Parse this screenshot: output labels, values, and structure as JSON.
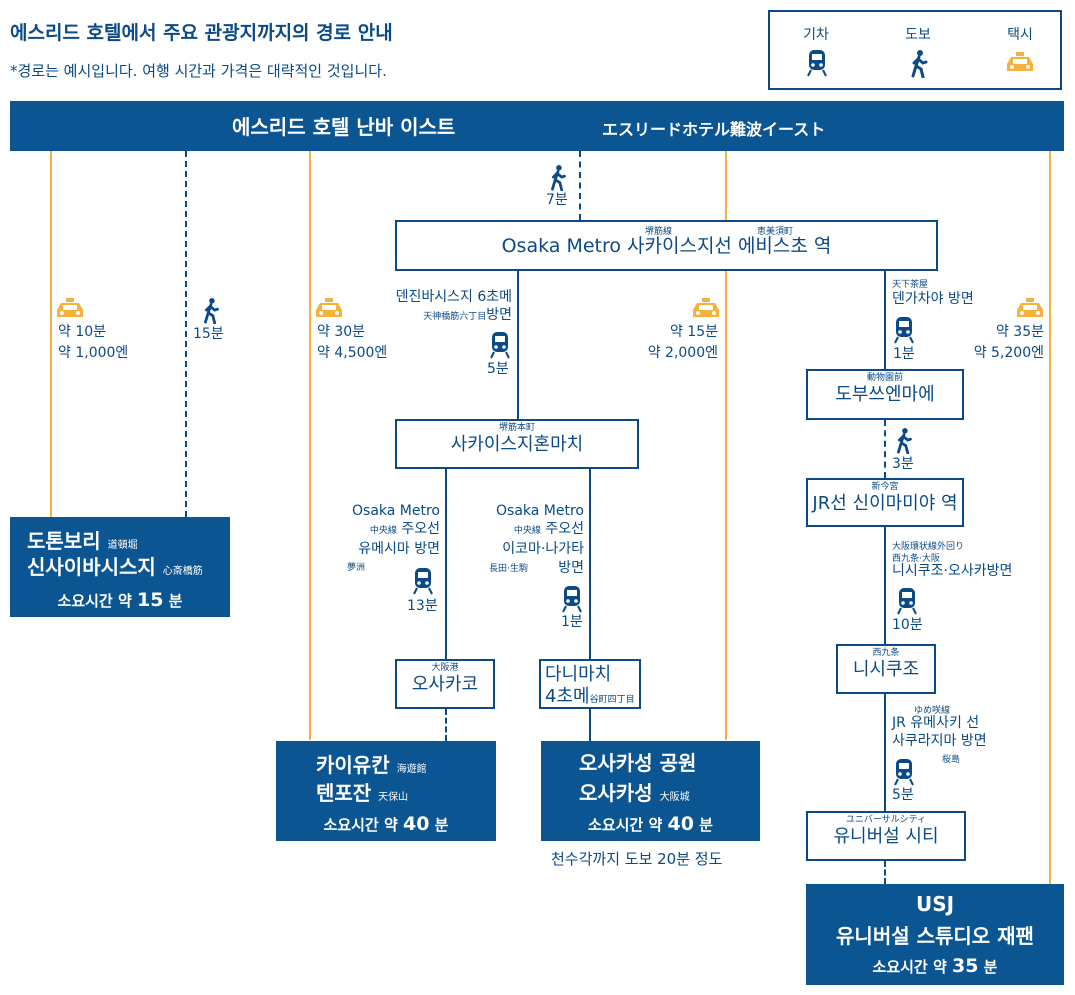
{
  "header": {
    "title": "에스리드 호텔에서 주요 관광지까지의 경로 안내",
    "note": "*경로는 예시입니다. 여행 시간과 가격은 대략적인 것입니다."
  },
  "legend": {
    "train": "기차",
    "walk": "도보",
    "taxi": "택시"
  },
  "hotel": {
    "name_ko": "에스리드 호텔 난바 이스트",
    "name_ja": "エスリードホテル難波イースト"
  },
  "colors": {
    "navy": "#0b5592",
    "orange": "#f4b13d"
  },
  "icons": {
    "train": "train-icon",
    "walk": "walk-icon",
    "taxi": "taxi-icon"
  },
  "routes": {
    "dotonbori": {
      "taxi_time": "약 10분",
      "taxi_price": "약 1,000엔",
      "walk_time": "15분",
      "name1": "도톤보리",
      "name1_ja": "道頓堀",
      "name2": "신사이바시스지",
      "name2_ja": "心斎橋筋",
      "time_label": "소요시간 약",
      "time_value": "15",
      "time_unit": "분"
    },
    "kaiyukan": {
      "taxi_time": "약 30분",
      "taxi_price": "약 4,500엔",
      "dir_line1": "덴진바시스지 6초메",
      "dir_ja": "天神橋筋六丁目",
      "dir_line2": "방면",
      "train_time1": "5분",
      "line_name": "Osaka Metro",
      "line_ja": "中央線",
      "line_ko": "주오선",
      "dir2": "유메시마 방면",
      "dir2_ja": "夢洲",
      "train_time2": "13분",
      "station_ja": "大阪港",
      "station": "오사카코",
      "name1": "카이유칸",
      "name1_ja": "海遊館",
      "name2": "텐포잔",
      "name2_ja": "天保山",
      "time_label": "소요시간 약",
      "time_value": "40",
      "time_unit": "분"
    },
    "osaka_castle": {
      "taxi_time": "약 15분",
      "taxi_price": "약 2,000엔",
      "line_name": "Osaka Metro",
      "line_ja": "中央線",
      "line_ko": "주오선",
      "dir_line1": "이코마·나가타",
      "dir_ja": "長田·生駒",
      "dir_line2": "방면",
      "train_time": "1분",
      "station_line1": "다니마치",
      "station_line2": "4초메",
      "station_ja": "谷町四丁目",
      "name1": "오사카성 공원",
      "name2": "오사카성",
      "name2_ja": "大阪城",
      "time_label": "소요시간 약",
      "time_value": "40",
      "time_unit": "분",
      "footnote": "천수각까지 도보 20분 정도"
    },
    "usj": {
      "taxi_time": "약 35분",
      "taxi_price": "약 5,200엔",
      "dir1_ja": "天下茶屋",
      "dir1": "덴가차야 방면",
      "train_time1": "1분",
      "st1_ja": "動物園前",
      "st1": "도부쓰엔마에",
      "walk_time": "3분",
      "st2_ja": "新今宮",
      "st2": "JR선 신이마미야 역",
      "line2_ja": "大阪環状線外回り",
      "dir2_ja": "西九条·大阪",
      "dir2": "니시쿠조·오사카방면",
      "train_time2": "10분",
      "st3_ja": "西九条",
      "st3": "니시쿠조",
      "line3_ja": "ゆめ咲線",
      "line3": "JR 유메사키 선",
      "dir3": "사쿠라지마 방면",
      "dir3_ja": "桜島",
      "train_time3": "5분",
      "st4_ja": "ユニバーサルシティ",
      "st4": "유니버설 시티",
      "name1": "USJ",
      "name2": "유니버설 스튜디오 재팬",
      "time_label": "소요시간 약",
      "time_value": "35",
      "time_unit": "분"
    }
  },
  "ebisucho": {
    "walk_time": "7분",
    "line_ja": "堺筋線",
    "station_ja": "恵美須町",
    "name": "Osaka Metro 사카이스지선 에비스초 역"
  },
  "sakaisuji_honmachi": {
    "ruby": "堺筋本町",
    "name": "사카이스지혼마치"
  }
}
